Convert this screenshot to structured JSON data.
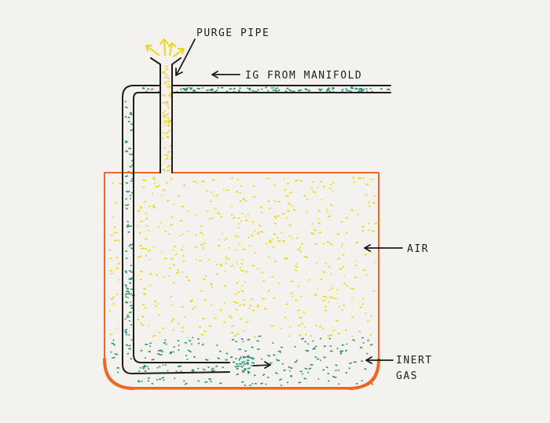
{
  "labels": {
    "purge_pipe": "PURGE PIPE",
    "ig_from_manifold": "IG FROM MANIFOLD",
    "air": "AIR",
    "inert_gas_line1": "INERT",
    "inert_gas_line2": "GAS"
  },
  "colors": {
    "background": "#f4f2ef",
    "tank_outline": "#f26522",
    "pipe": "#1d1d1d",
    "air_dots": "#f2d31b",
    "inert_gas_dots": "#2f8f73"
  }
}
